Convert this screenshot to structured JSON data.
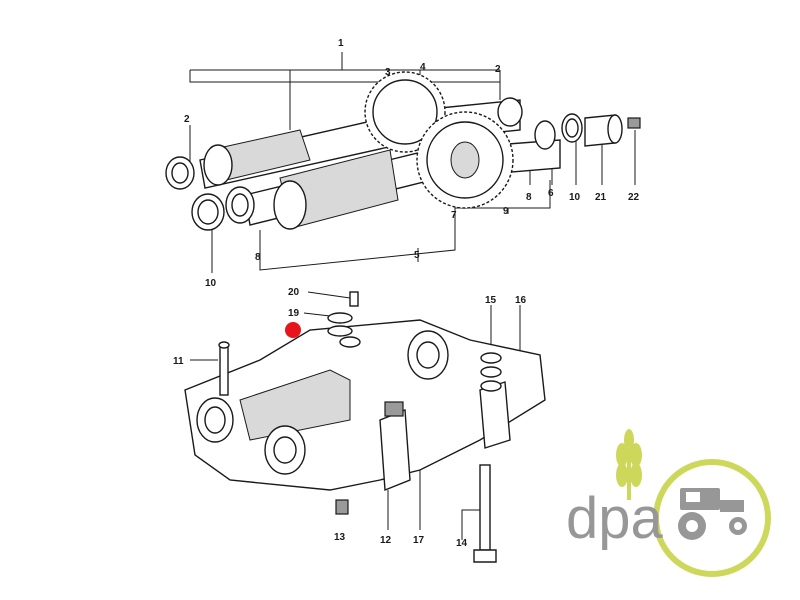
{
  "callouts": {
    "c1": "1",
    "c2a": "2",
    "c2b": "2",
    "c3": "3",
    "c4": "4",
    "c5": "5",
    "c6": "6",
    "c7": "7",
    "c8a": "8",
    "c8b": "8",
    "c9": "9",
    "c10a": "10",
    "c10b": "10",
    "c11": "11",
    "c12": "12",
    "c13": "13",
    "c14": "14",
    "c15": "15",
    "c16": "16",
    "c17": "17",
    "c19": "19",
    "c20": "20",
    "c21": "21",
    "c22": "22"
  },
  "marker": {
    "color": "#e8141b",
    "part": "19"
  },
  "logo": {
    "text": "dpa",
    "text_color": "#8c8c8c",
    "ring_color": "#c8d44a",
    "wheat_color": "#c8d44a"
  }
}
